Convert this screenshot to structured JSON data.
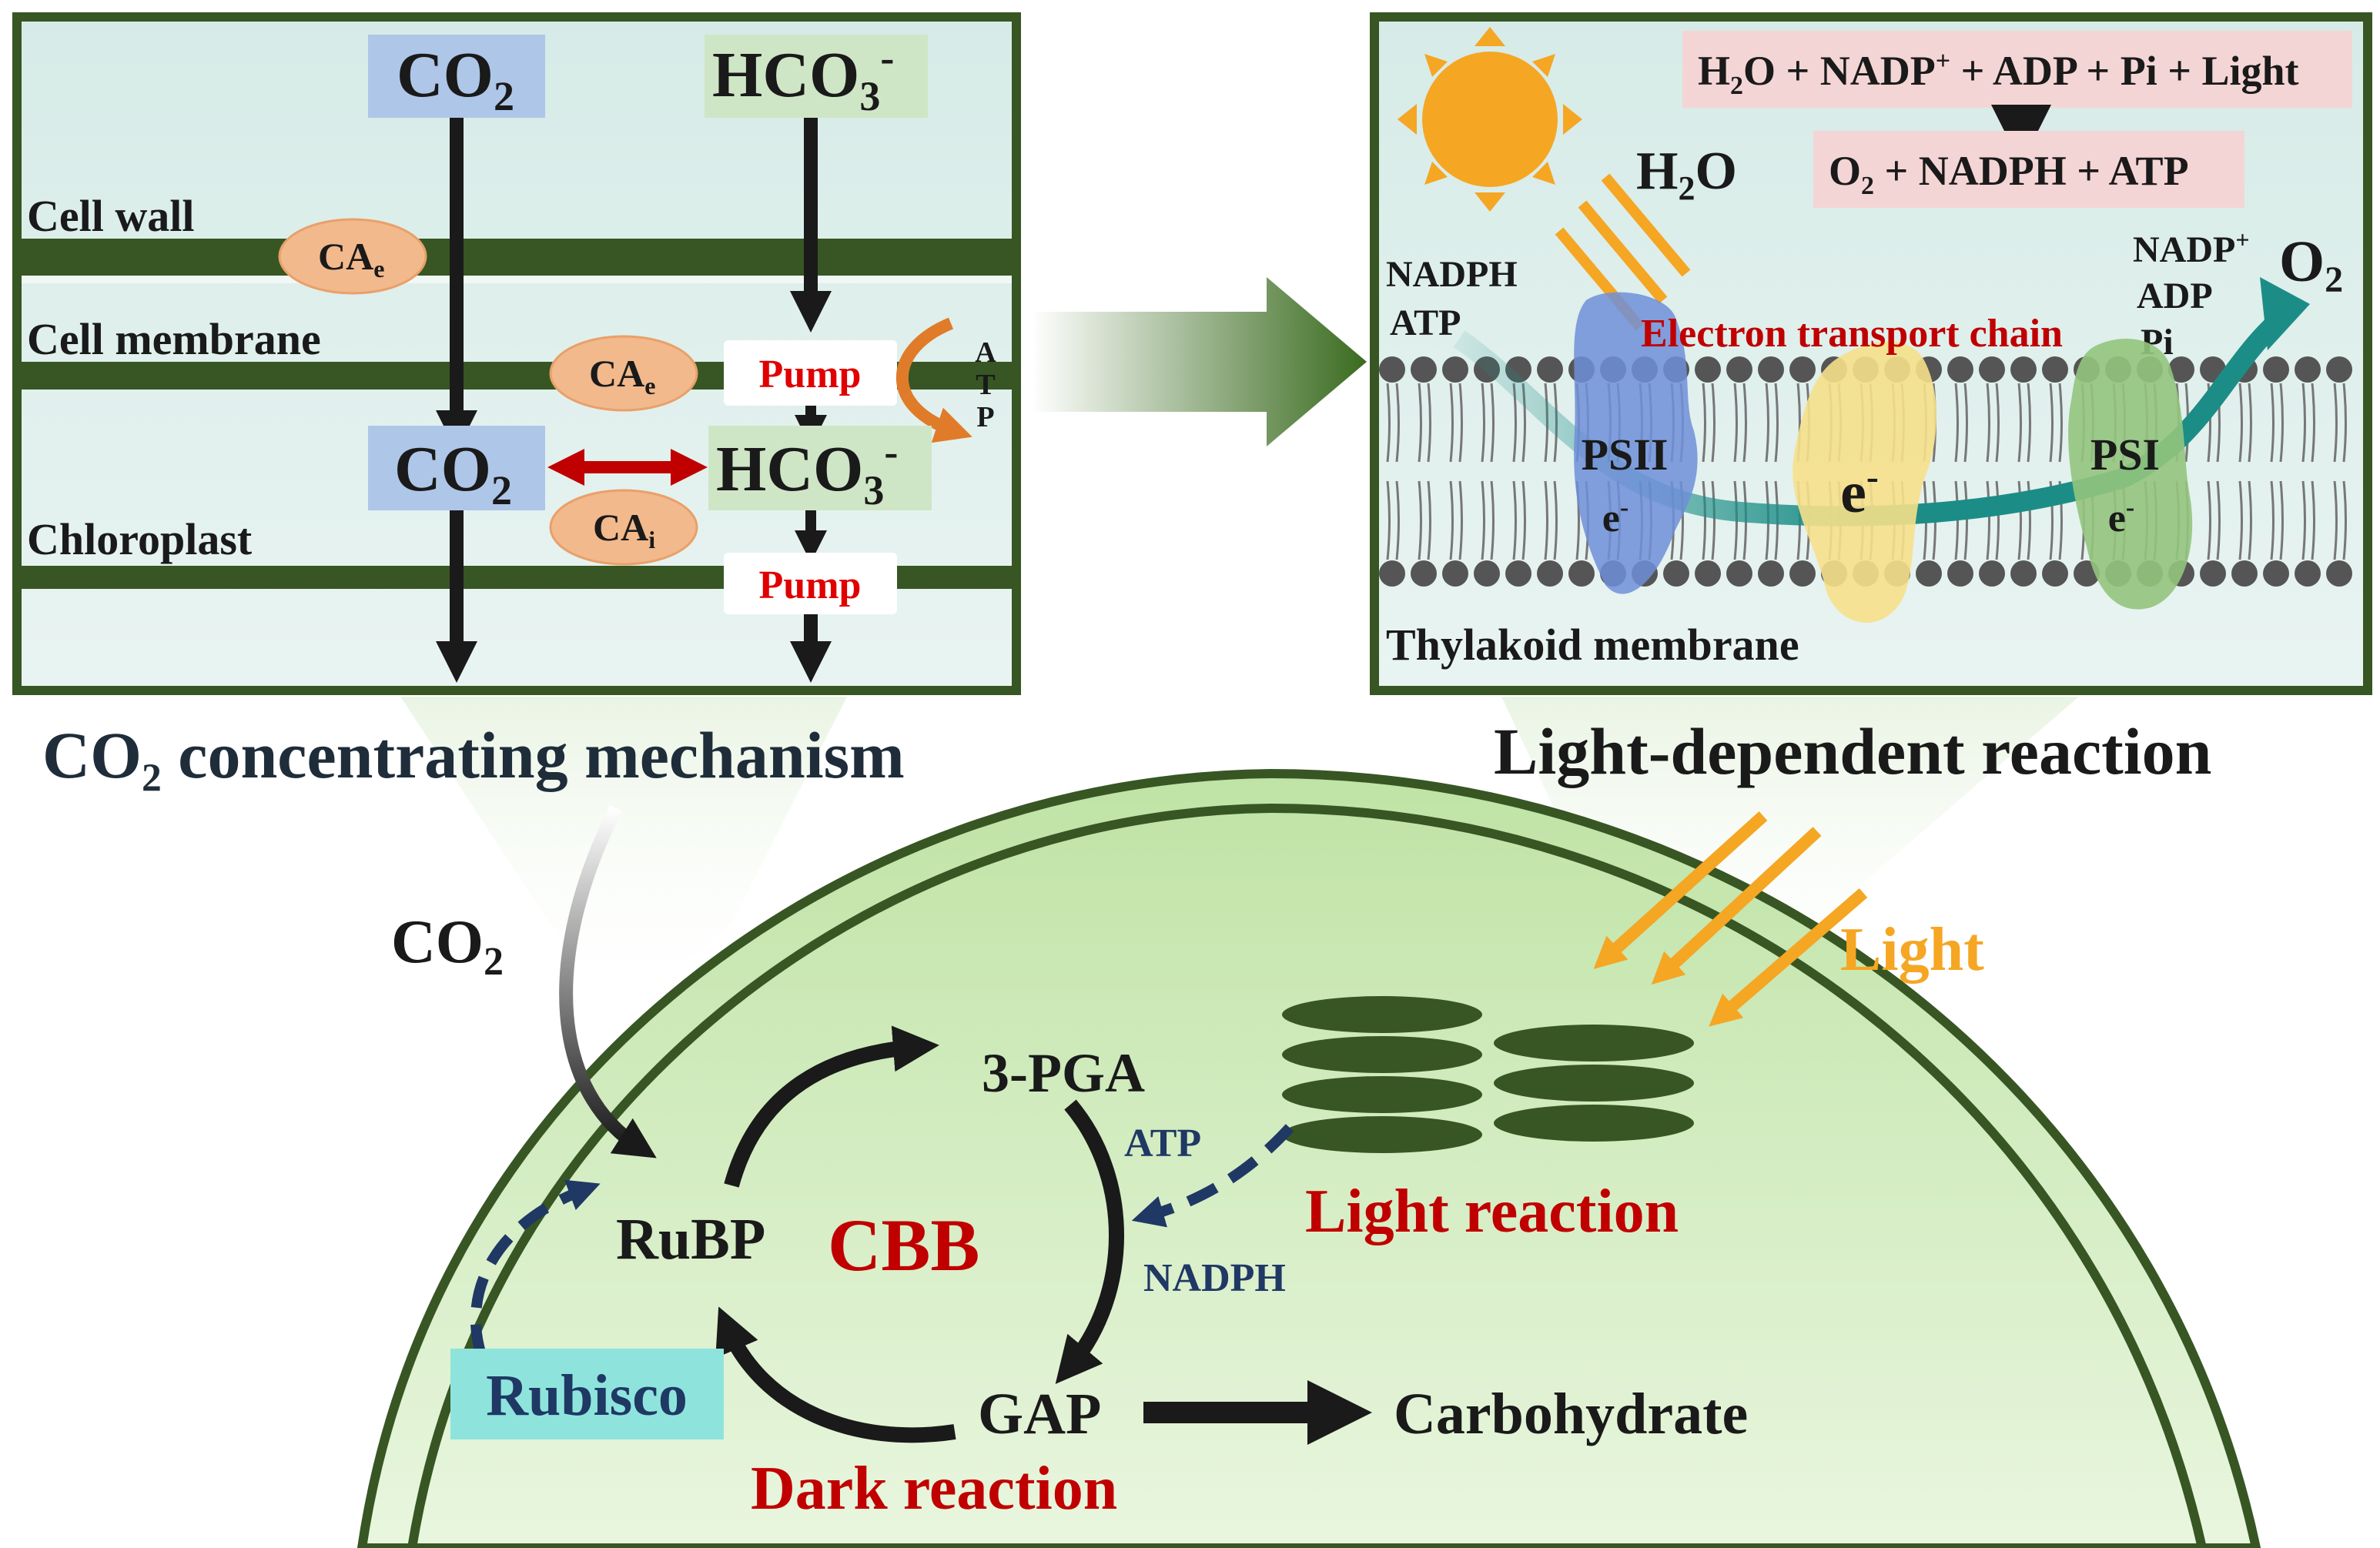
{
  "colors": {
    "membrane_green": "#375623",
    "panel_bg": "#d8ece8",
    "co2_box": "#aec6e8",
    "hco3_box": "#cfe6c6",
    "ca_ellipse": "#f2b98c",
    "pump_red": "#e00000",
    "title_red": "#c00000",
    "light_orange": "#f5a623",
    "navy": "#1f3864",
    "rubisco_box": "#8ee4dc",
    "cell_fill": "#c9e8b0",
    "psii_blue": "#6f8fd8",
    "e_yellow": "#f6e08a",
    "psi_green": "#93c47d",
    "reaction_pink": "#f4d5d5",
    "teal": "#1c8d86"
  },
  "ccm_panel": {
    "co2_top": "CO",
    "co2_top_sub": "2",
    "hco3_top": "HCO",
    "hco3_top_sub": "3",
    "hco3_top_sup": "-",
    "cell_wall": "Cell wall",
    "cell_membrane": "Cell membrane",
    "chloroplast": "Chloroplast",
    "ca_e_1": "CA",
    "ca_e_1_sub": "e",
    "ca_e_2": "CA",
    "ca_e_2_sub": "e",
    "ca_i": "CA",
    "ca_i_sub": "i",
    "pump_1": "Pump",
    "pump_2": "Pump",
    "atp_letters": [
      "A",
      "T",
      "P"
    ],
    "co2_mid": "CO",
    "co2_mid_sub": "2",
    "hco3_mid": "HCO",
    "hco3_mid_sub": "3",
    "hco3_mid_sup": "-",
    "caption": "CO₂ concentrating mechanism"
  },
  "light_panel": {
    "equation_top": "H",
    "eq_parts": [
      "H",
      "2",
      "O + NADP",
      "+",
      " + ADP + Pi + Light"
    ],
    "eq_product_parts": [
      "O",
      "2",
      " + NADPH + ATP"
    ],
    "h2o_parts": [
      "H",
      "2",
      "O"
    ],
    "nadph": "NADPH",
    "atp": "ATP",
    "nadp_parts": [
      "NADP",
      "+"
    ],
    "adp": "ADP",
    "pi": "Pi",
    "o2_parts": [
      "O",
      "2"
    ],
    "etc": "Electron transport chain",
    "psii": "PSII",
    "psii_e": "e",
    "psii_e_sup": "-",
    "mid_e": "e",
    "mid_e_sup": "-",
    "psi": "PSI",
    "psi_e": "e",
    "psi_e_sup": "-",
    "thylakoid": "Thylakoid membrane",
    "caption": "Light-dependent reaction"
  },
  "cbb_panel": {
    "co2_parts": [
      "CO",
      "2"
    ],
    "light": "Light",
    "pga": "3-PGA",
    "atp": "ATP",
    "nadph": "NADPH",
    "light_reaction": "Light reaction",
    "rubp": "RuBP",
    "cbb": "CBB",
    "rubisco": "Rubisco",
    "gap": "GAP",
    "carbohydrate": "Carbohydrate",
    "dark_reaction": "Dark reaction"
  }
}
